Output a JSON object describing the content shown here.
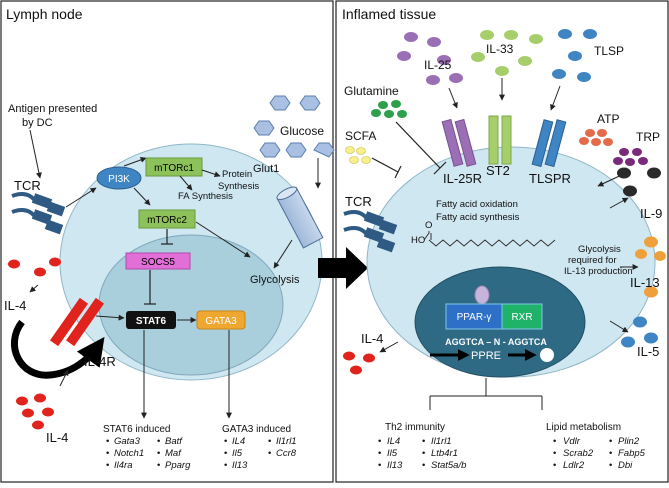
{
  "panels": {
    "left_title": "Lymph node",
    "right_title": "Inflamed tissue"
  },
  "left": {
    "antigen_line1": "Antigen presented",
    "antigen_line2": "by DC",
    "tcr": "TCR",
    "pi3k": "PI3K",
    "mtorc1": "mTORc1",
    "mtorc2": "mTORc2",
    "protein_synthesis_1": "Protein",
    "protein_synthesis_2": "Synthesis",
    "fa_synthesis": "FA Synthesis",
    "glucose": "Glucose",
    "glut1": "Glut1",
    "glycolysis": "Glycolysis",
    "socs5": "SOCS5",
    "stat6": "STAT6",
    "gata3": "GATA3",
    "il4_top": "IL-4",
    "il4_bottom": "IL-4",
    "il4r": "IL-4R",
    "stat6_induced": {
      "title": "STAT6 induced",
      "col1": [
        "Gata3",
        "Notch1",
        "Il4ra"
      ],
      "col2": [
        "Batf",
        "Maf",
        "Pparg"
      ]
    },
    "gata3_induced": {
      "title": "GATA3 induced",
      "col1": [
        "IL4",
        "Il5",
        "Il13"
      ],
      "col2": [
        "Il1rl1",
        "Ccr8"
      ]
    }
  },
  "right": {
    "il25": "IL-25",
    "il33": "IL-33",
    "tslp": "TLSP",
    "glutamine": "Glutamine",
    "scfa": "SCFA",
    "atp": "ATP",
    "trp": "TRP",
    "il25r": "IL-25R",
    "st2": "ST2",
    "tslpr": "TLSPR",
    "tcr": "TCR",
    "fao": "Fatty acid oxidation",
    "fas": "Fatty acid synthesis",
    "glyco_1": "Glycolysis",
    "glyco_2": "required for",
    "glyco_3": "IL-13 production",
    "il9": "IL-9",
    "il13": "IL-13",
    "il5": "IL-5",
    "il4": "IL-4",
    "ppar": "PPAR-γ",
    "rxr": "RXR",
    "ppre_seq": "AGGTCA – N - AGGTCA",
    "ppre": "PPRE",
    "th2": {
      "title": "Th2 immunity",
      "col1": [
        "IL4",
        "Il5",
        "Il13"
      ],
      "col2": [
        "Il1rl1",
        "Ltb4r1",
        "Stat5a/b"
      ]
    },
    "lipid": {
      "title": "Lipid metabolism",
      "col1": [
        "Vdlr",
        "Scrab2",
        "Ldlr2"
      ],
      "col2": [
        "Plin2",
        "Fabp5",
        "Dbi"
      ]
    }
  },
  "colors": {
    "cell_fill": "#cfe7f1",
    "nucleus_fill": "#a9cfdd",
    "green_box": "#8dc15a",
    "pi3k_fill": "#3f85c4",
    "socs5_fill": "#e26fd8",
    "stat6_fill": "#111111",
    "gata3_fill": "#f0a72f",
    "receptor_blue": "#2e5a83",
    "il4_red": "#e0231c",
    "ppar_fill": "#2e6fc7",
    "rxr_fill": "#1fb36a"
  }
}
